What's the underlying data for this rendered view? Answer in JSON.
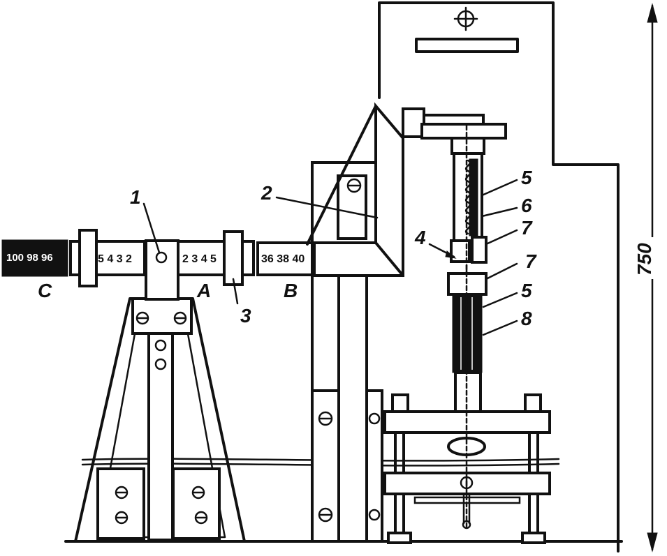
{
  "callouts": [
    "1",
    "2",
    "3",
    "4",
    "5",
    "6",
    "7",
    "7",
    "5",
    "8"
  ],
  "scale_labels": [
    "C",
    "A",
    "B"
  ],
  "scale_c_text": "100 98 96",
  "scale_left_text": "5 4 3 2",
  "scale_a_text": "2 3 4 5",
  "scale_b_text": "36 38 40",
  "dimension": "750"
}
